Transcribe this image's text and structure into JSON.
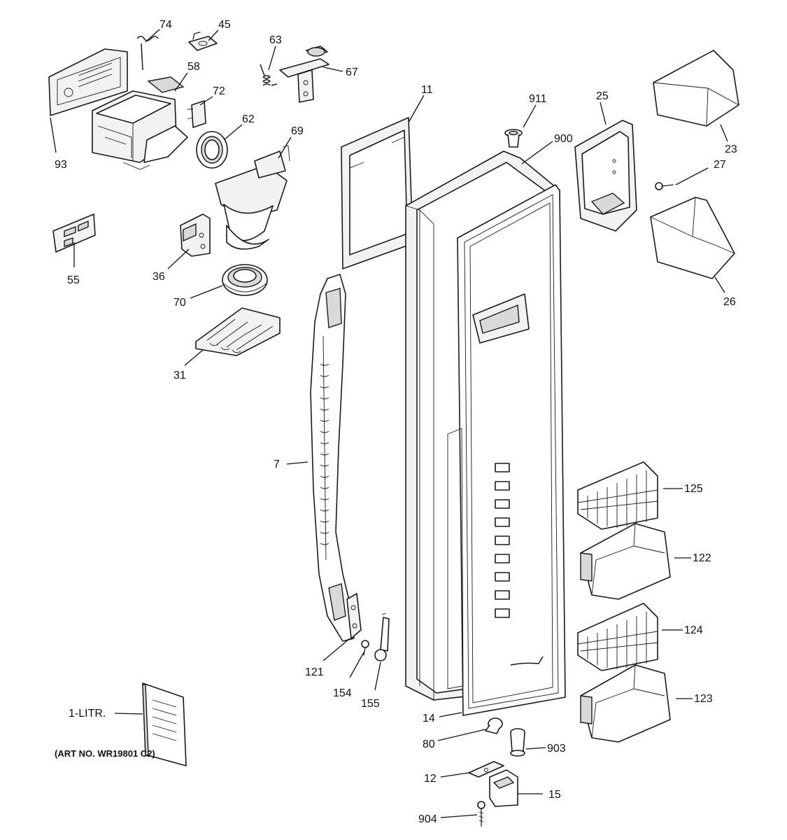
{
  "callouts": {
    "c74": "74",
    "c45": "45",
    "c63": "63",
    "c58": "58",
    "c67": "67",
    "c72": "72",
    "c62": "62",
    "c11": "11",
    "c911": "911",
    "c25": "25",
    "c93": "93",
    "c69": "69",
    "c900": "900",
    "c23": "23",
    "c27": "27",
    "c55": "55",
    "c36": "36",
    "c70": "70",
    "c26": "26",
    "c31": "31",
    "c7": "7",
    "c125": "125",
    "c122": "122",
    "c124": "124",
    "c121": "121",
    "c154": "154",
    "c155": "155",
    "c123": "123",
    "c1litr": "1-LITR.",
    "c14": "14",
    "c80": "80",
    "c903": "903",
    "c12": "12",
    "c15": "15",
    "c904": "904"
  },
  "caption": "(ART NO. WR19801 C2)"
}
